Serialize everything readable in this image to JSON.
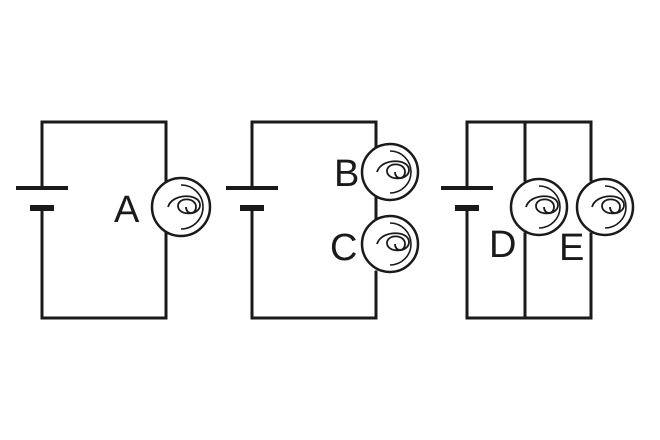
{
  "diagram": {
    "circuits": [
      {
        "id": "circuit-1",
        "bulbs": [
          "A"
        ]
      },
      {
        "id": "circuit-2",
        "bulbs": [
          "B",
          "C"
        ]
      },
      {
        "id": "circuit-3",
        "bulbs": [
          "D",
          "E"
        ]
      }
    ],
    "labels": {
      "A": "A",
      "B": "B",
      "C": "C",
      "D": "D",
      "E": "E"
    },
    "colors": {
      "line": "#1a1a1a",
      "background": "#ffffff"
    }
  }
}
